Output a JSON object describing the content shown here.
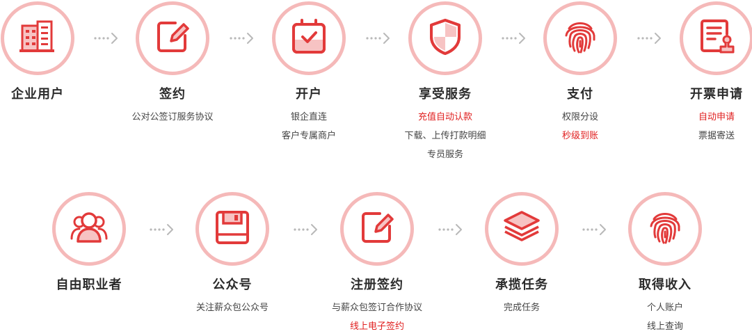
{
  "colors": {
    "accent": "#e23a3a",
    "ring": "#f5b9b9",
    "fill": "#f7c3c3",
    "arrow": "#b8b8b8"
  },
  "row1": [
    {
      "icon": "building-icon",
      "title": "企业用户",
      "lines": []
    },
    {
      "icon": "sign-pen-icon",
      "title": "签约",
      "lines": [
        {
          "text": "公对公签订服务协议",
          "highlight": false
        }
      ]
    },
    {
      "icon": "clipboard-check-icon",
      "title": "开户",
      "lines": [
        {
          "text": "银企直连",
          "highlight": false
        },
        {
          "text": "客户专属商户",
          "highlight": false
        }
      ]
    },
    {
      "icon": "shield-icon",
      "title": "享受服务",
      "lines": [
        {
          "text": "充值自动认款",
          "highlight": true
        },
        {
          "text": "下载、上传打款明细",
          "highlight": false
        },
        {
          "text": "专员服务",
          "highlight": false
        }
      ]
    },
    {
      "icon": "fingerprint-icon",
      "title": "支付",
      "lines": [
        {
          "text": "权限分设",
          "highlight": false
        },
        {
          "text": "秒级到账",
          "highlight": true
        }
      ]
    },
    {
      "icon": "invoice-stamp-icon",
      "title": "开票申请",
      "lines": [
        {
          "text": "自动申请",
          "highlight": true
        },
        {
          "text": "票据寄送",
          "highlight": false
        }
      ]
    }
  ],
  "row2": [
    {
      "icon": "users-icon",
      "title": "自由职业者",
      "lines": []
    },
    {
      "icon": "save-disk-icon",
      "title": "公众号",
      "lines": [
        {
          "text": "关注薪众包公众号",
          "highlight": false
        }
      ]
    },
    {
      "icon": "sign-pen-icon",
      "title": "注册签约",
      "lines": [
        {
          "text": "与薪众包签订合作协议",
          "highlight": false
        },
        {
          "text": "线上电子签约",
          "highlight": true
        }
      ]
    },
    {
      "icon": "layers-icon",
      "title": "承揽任务",
      "lines": [
        {
          "text": "完成任务",
          "highlight": false
        }
      ]
    },
    {
      "icon": "fingerprint-icon",
      "title": "取得收入",
      "lines": [
        {
          "text": "个人账户",
          "highlight": false
        },
        {
          "text": "线上查询",
          "highlight": false
        }
      ]
    }
  ]
}
